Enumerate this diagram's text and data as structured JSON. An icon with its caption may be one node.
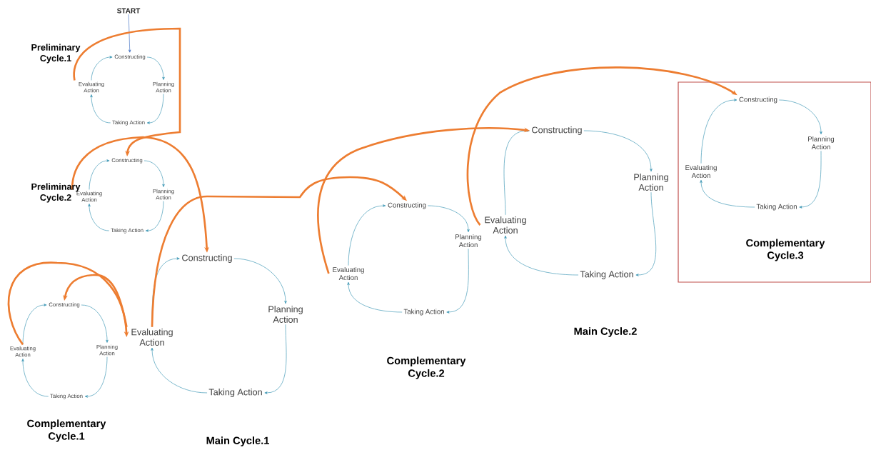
{
  "diagram": {
    "nodes": [
      {
        "text": [
          "START"
        ]
      },
      {
        "text": [
          "Constructing"
        ]
      },
      {
        "text": [
          "Planning Action"
        ]
      },
      {
        "text": [
          "Taking Action"
        ]
      },
      {
        "text": [
          "Evaluating Action"
        ]
      },
      {
        "text": [
          "Constructing"
        ]
      },
      {
        "text": [
          "Planning Action"
        ]
      },
      {
        "text": [
          "Taking Action"
        ]
      },
      {
        "text": [
          "Evaluating Action"
        ]
      },
      {
        "text": [
          "Constructing"
        ]
      },
      {
        "text": [
          "Planning Action"
        ]
      },
      {
        "text": [
          "Taking Action"
        ]
      },
      {
        "text": [
          "Evaluating Action"
        ]
      },
      {
        "text": [
          "Constructing"
        ]
      },
      {
        "text": [
          "Planning Action"
        ]
      },
      {
        "text": [
          "Taking Action"
        ]
      },
      {
        "text": [
          "Evaluating Action"
        ]
      },
      {
        "text": [
          "Constructing"
        ]
      },
      {
        "text": [
          "Planning Action"
        ]
      },
      {
        "text": [
          "Taking Action"
        ]
      },
      {
        "text": [
          "Evaluating Action"
        ]
      },
      {
        "text": [
          "Constructing"
        ]
      },
      {
        "text": [
          "Planning Action"
        ]
      },
      {
        "text": [
          "Taking Action"
        ]
      },
      {
        "text": [
          "Evaluating Action"
        ]
      },
      {
        "text": [
          "Complementary Cycle.3"
        ]
      },
      {
        "text": [
          "Constructing"
        ],
        "in": 25
      },
      {
        "text": [
          "Planning Action"
        ],
        "in": 25
      },
      {
        "text": [
          "Taking Action"
        ],
        "in": 25
      },
      {
        "text": [
          "Evaluating Action"
        ],
        "in": 25
      }
    ],
    "edges": [
      {
        "from": 0,
        "to": 1,
        "arrow": "to",
        "color": "#4472c4"
      },
      {
        "from": 1,
        "to": 2,
        "arrow": "to"
      },
      {
        "from": 2,
        "to": 3,
        "arrow": "to"
      },
      {
        "from": 3,
        "to": 4,
        "arrow": "to"
      },
      {
        "from": 4,
        "to": 1,
        "arrow": "to"
      },
      {
        "from": 5,
        "to": 6,
        "arrow": "to"
      },
      {
        "from": 6,
        "to": 7,
        "arrow": "to"
      },
      {
        "from": 7,
        "to": 8,
        "arrow": "to"
      },
      {
        "from": 8,
        "to": 5,
        "arrow": "to"
      },
      {
        "from": 9,
        "to": 10,
        "arrow": "to"
      },
      {
        "from": 10,
        "to": 11,
        "arrow": "to"
      },
      {
        "from": 11,
        "to": 12,
        "arrow": "to"
      },
      {
        "from": 12,
        "to": 9,
        "arrow": "to"
      },
      {
        "from": 13,
        "to": 14,
        "arrow": "to"
      },
      {
        "from": 14,
        "to": 15,
        "arrow": "to"
      },
      {
        "from": 15,
        "to": 16,
        "arrow": "to"
      },
      {
        "from": 16,
        "to": 13,
        "arrow": "to"
      },
      {
        "from": 17,
        "to": 18,
        "arrow": "to"
      },
      {
        "from": 18,
        "to": 19,
        "arrow": "to"
      },
      {
        "from": 19,
        "to": 20,
        "arrow": "to"
      },
      {
        "from": 20,
        "to": 17,
        "arrow": "to"
      },
      {
        "from": 21,
        "to": 22,
        "arrow": "to"
      },
      {
        "from": 22,
        "to": 23,
        "arrow": "to"
      },
      {
        "from": 23,
        "to": 24,
        "arrow": "to"
      },
      {
        "from": 24,
        "to": 21,
        "arrow": "to"
      },
      {
        "from": 26,
        "to": 27,
        "arrow": "to"
      },
      {
        "from": 27,
        "to": 28,
        "arrow": "to"
      },
      {
        "from": 28,
        "to": 29,
        "arrow": "to"
      },
      {
        "from": 29,
        "to": 26,
        "arrow": "to"
      },
      {
        "from": 4,
        "to": 5,
        "arrow": "to",
        "style": "thick",
        "color": "#ed7d31"
      },
      {
        "from": 8,
        "to": 13,
        "arrow": "to",
        "style": "thick",
        "color": "#ed7d31"
      },
      {
        "from": 16,
        "to": 9,
        "arrow": "to",
        "style": "thick",
        "color": "#ed7d31"
      },
      {
        "from": 12,
        "to": 16,
        "arrow": "to",
        "style": "thick",
        "color": "#ed7d31"
      },
      {
        "from": 16,
        "to": 17,
        "arrow": "to",
        "style": "thick",
        "color": "#ed7d31"
      },
      {
        "from": 20,
        "to": 21,
        "arrow": "to",
        "style": "thick",
        "color": "#ed7d31"
      },
      {
        "from": 24,
        "to": 26,
        "arrow": "to",
        "style": "thick",
        "color": "#ed7d31"
      }
    ],
    "labels": [
      "Preliminary Cycle.1",
      "Preliminary Cycle.2",
      "Main Cycle.2",
      "Complementary Cycle.2",
      "Complementary Cycle.1",
      "Main Cycle.1"
    ]
  }
}
